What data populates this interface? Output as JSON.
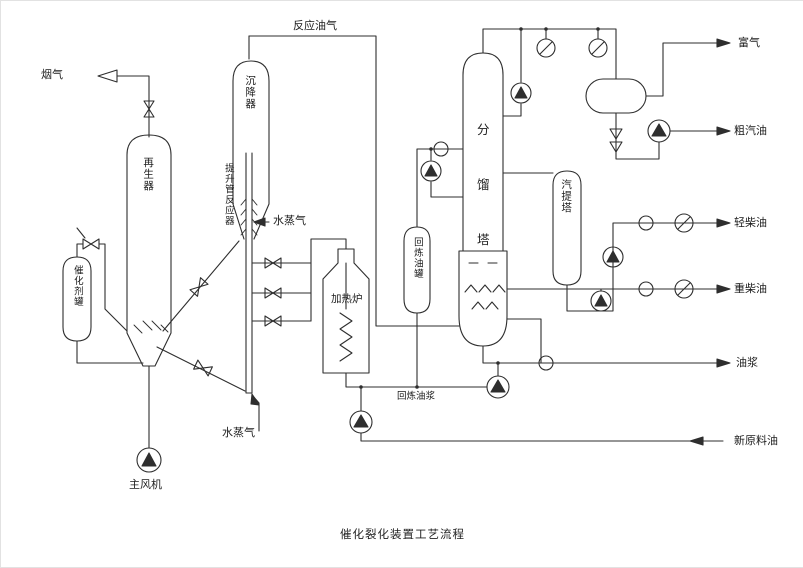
{
  "title": "催化裂化装置工艺流程",
  "streams": {
    "flue_gas": "烟气",
    "reaction_oil_gas": "反应油气",
    "steam_upper": "水蒸气",
    "steam_lower": "水蒸气",
    "rich_gas": "富气",
    "crude_gasoline": "粗汽油",
    "light_diesel": "轻柴油",
    "heavy_diesel": "重柴油",
    "oil_slurry": "油浆",
    "recycle_slurry": "回炼油浆",
    "fresh_feed": "新原料油"
  },
  "equipment": {
    "regenerator": "再生器",
    "catalyst_tank": "催化剂罐",
    "settler": "沉降器",
    "riser_reactor": "提升管反应器",
    "furnace": "加热炉",
    "recycle_oil_tank": "回炼油罐",
    "fractionator_chars": [
      "分",
      "馏",
      "塔"
    ],
    "stripper": "汽提塔",
    "main_blower": "主风机"
  },
  "colors": {
    "line": "#2e2e2e",
    "background": "#ffffff"
  }
}
